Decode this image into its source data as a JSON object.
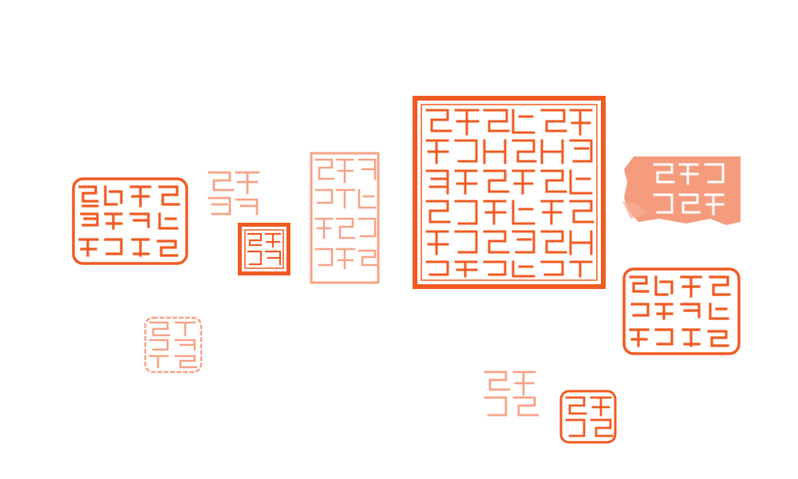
{
  "canvas": {
    "background": "#ffffff"
  },
  "palette": {
    "seal_red": "#f05a22",
    "seal_red_light": "#f3805a",
    "seal_red_pale": "#f4a080"
  },
  "seals": [
    {
      "id": "seal-1",
      "style": "rounded-frame",
      "color": "#f05a22",
      "cols": 4,
      "rows": 3,
      "glyph_count": 12
    },
    {
      "id": "seal-2",
      "style": "unframed",
      "color": "#f3805a",
      "cols": 2,
      "rows": 2,
      "glyph_count": 4
    },
    {
      "id": "seal-3",
      "style": "double-frame",
      "color": "#f05a22",
      "cols": 2,
      "rows": 2,
      "glyph_count": 4
    },
    {
      "id": "seal-4",
      "style": "faded-frame",
      "color": "#f3805a",
      "cols": 3,
      "rows": 4,
      "glyph_count": 12
    },
    {
      "id": "seal-5",
      "style": "bold-frame",
      "color": "#f05a22",
      "cols": 6,
      "rows": 6,
      "glyph_count": 36
    },
    {
      "id": "seal-6",
      "style": "smudged-block",
      "color": "#f3805a",
      "cols": 3,
      "rows": 2,
      "glyph_count": 6
    },
    {
      "id": "seal-7",
      "style": "rounded-frame",
      "color": "#f05a22",
      "cols": 4,
      "rows": 3,
      "glyph_count": 12
    },
    {
      "id": "seal-8",
      "style": "rough-edge",
      "color": "#f3805a",
      "cols": 2,
      "rows": 3,
      "glyph_count": 6
    },
    {
      "id": "seal-9",
      "style": "unframed",
      "color": "#f3805a",
      "cols": 2,
      "rows": 2,
      "glyph_count": 4
    },
    {
      "id": "seal-10",
      "style": "rounded-frame",
      "color": "#f05a22",
      "cols": 2,
      "rows": 2,
      "glyph_count": 4
    }
  ]
}
